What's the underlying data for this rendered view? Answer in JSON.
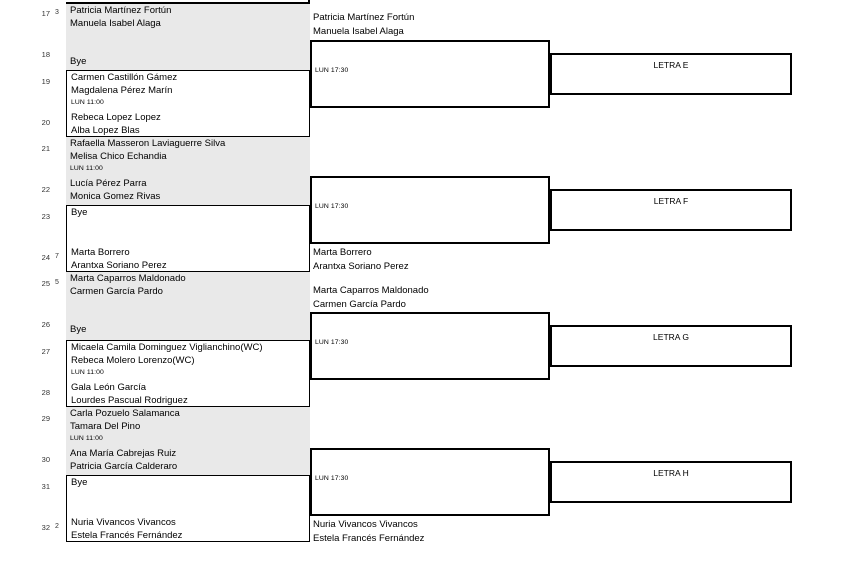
{
  "colors": {
    "block_gray": "#e9e9e9",
    "line": "#000000"
  },
  "round1": {
    "blocks": [
      {
        "pos_a": "17",
        "seed_a": "3",
        "pos_b": "18",
        "team_a": [
          "Patricia Martínez Fortún",
          "Manuela Isabel Alaga"
        ],
        "team_b": [
          "Bye"
        ]
      },
      {
        "pos_a": "19",
        "pos_b": "20",
        "team_a": [
          "Carmen Castillón Gámez",
          "Magdalena Pérez Marín"
        ],
        "time": "LUN 11:00",
        "team_b": [
          "Rebeca Lopez Lopez",
          "Alba Lopez Blas"
        ]
      },
      {
        "pos_a": "21",
        "pos_b": "22",
        "team_a": [
          "Rafaella Masseron Laviaguerre Silva",
          "Melisa Chico Echandia"
        ],
        "time": "LUN 11:00",
        "team_b": [
          "Lucía Pérez Parra",
          "Monica Gomez Rivas"
        ]
      },
      {
        "pos_a": "23",
        "pos_b": "24",
        "seed_b": "7",
        "team_a": [
          "Bye"
        ],
        "team_b": [
          "Marta Borrero",
          "Arantxa Soriano Perez"
        ]
      },
      {
        "pos_a": "25",
        "seed_a": "5",
        "pos_b": "26",
        "team_a": [
          "Marta Caparros Maldonado",
          "Carmen García Pardo"
        ],
        "team_b": [
          "Bye"
        ]
      },
      {
        "pos_a": "27",
        "pos_b": "28",
        "team_a": [
          "Micaela Camila Dominguez Viglianchino(WC)",
          "Rebeca Molero Lorenzo(WC)"
        ],
        "time": "LUN 11:00",
        "team_b": [
          "Gala León García",
          "Lourdes Pascual Rodriguez"
        ]
      },
      {
        "pos_a": "29",
        "pos_b": "30",
        "team_a": [
          "Carla Pozuelo Salamanca",
          "Tamara Del Pino"
        ],
        "time": "LUN 11:00",
        "team_b": [
          "Ana María Cabrejas Ruiz",
          "Patricia García Calderaro"
        ]
      },
      {
        "pos_a": "31",
        "pos_b": "32",
        "seed_b": "2",
        "team_a": [
          "Bye"
        ],
        "team_b": [
          "Nuria Vivancos Vivancos",
          "Estela Francés Fernández"
        ]
      }
    ]
  },
  "round2": {
    "matches": [
      {
        "time": "LUN 17:30",
        "label": "LETRA E",
        "winner_above": [
          "Patricia Martínez Fortún",
          "Manuela Isabel Alaga"
        ]
      },
      {
        "time": "LUN 17:30",
        "label": "LETRA F",
        "winner_below": [
          "Marta Borrero",
          "Arantxa Soriano Perez"
        ]
      },
      {
        "time": "LUN 17:30",
        "label": "LETRA G",
        "winner_above": [
          "Marta Caparros Maldonado",
          "Carmen García Pardo"
        ]
      },
      {
        "time": "LUN 17:30",
        "label": "LETRA H",
        "winner_below": [
          "Nuria Vivancos Vivancos",
          "Estela Francés Fernández"
        ]
      }
    ]
  }
}
